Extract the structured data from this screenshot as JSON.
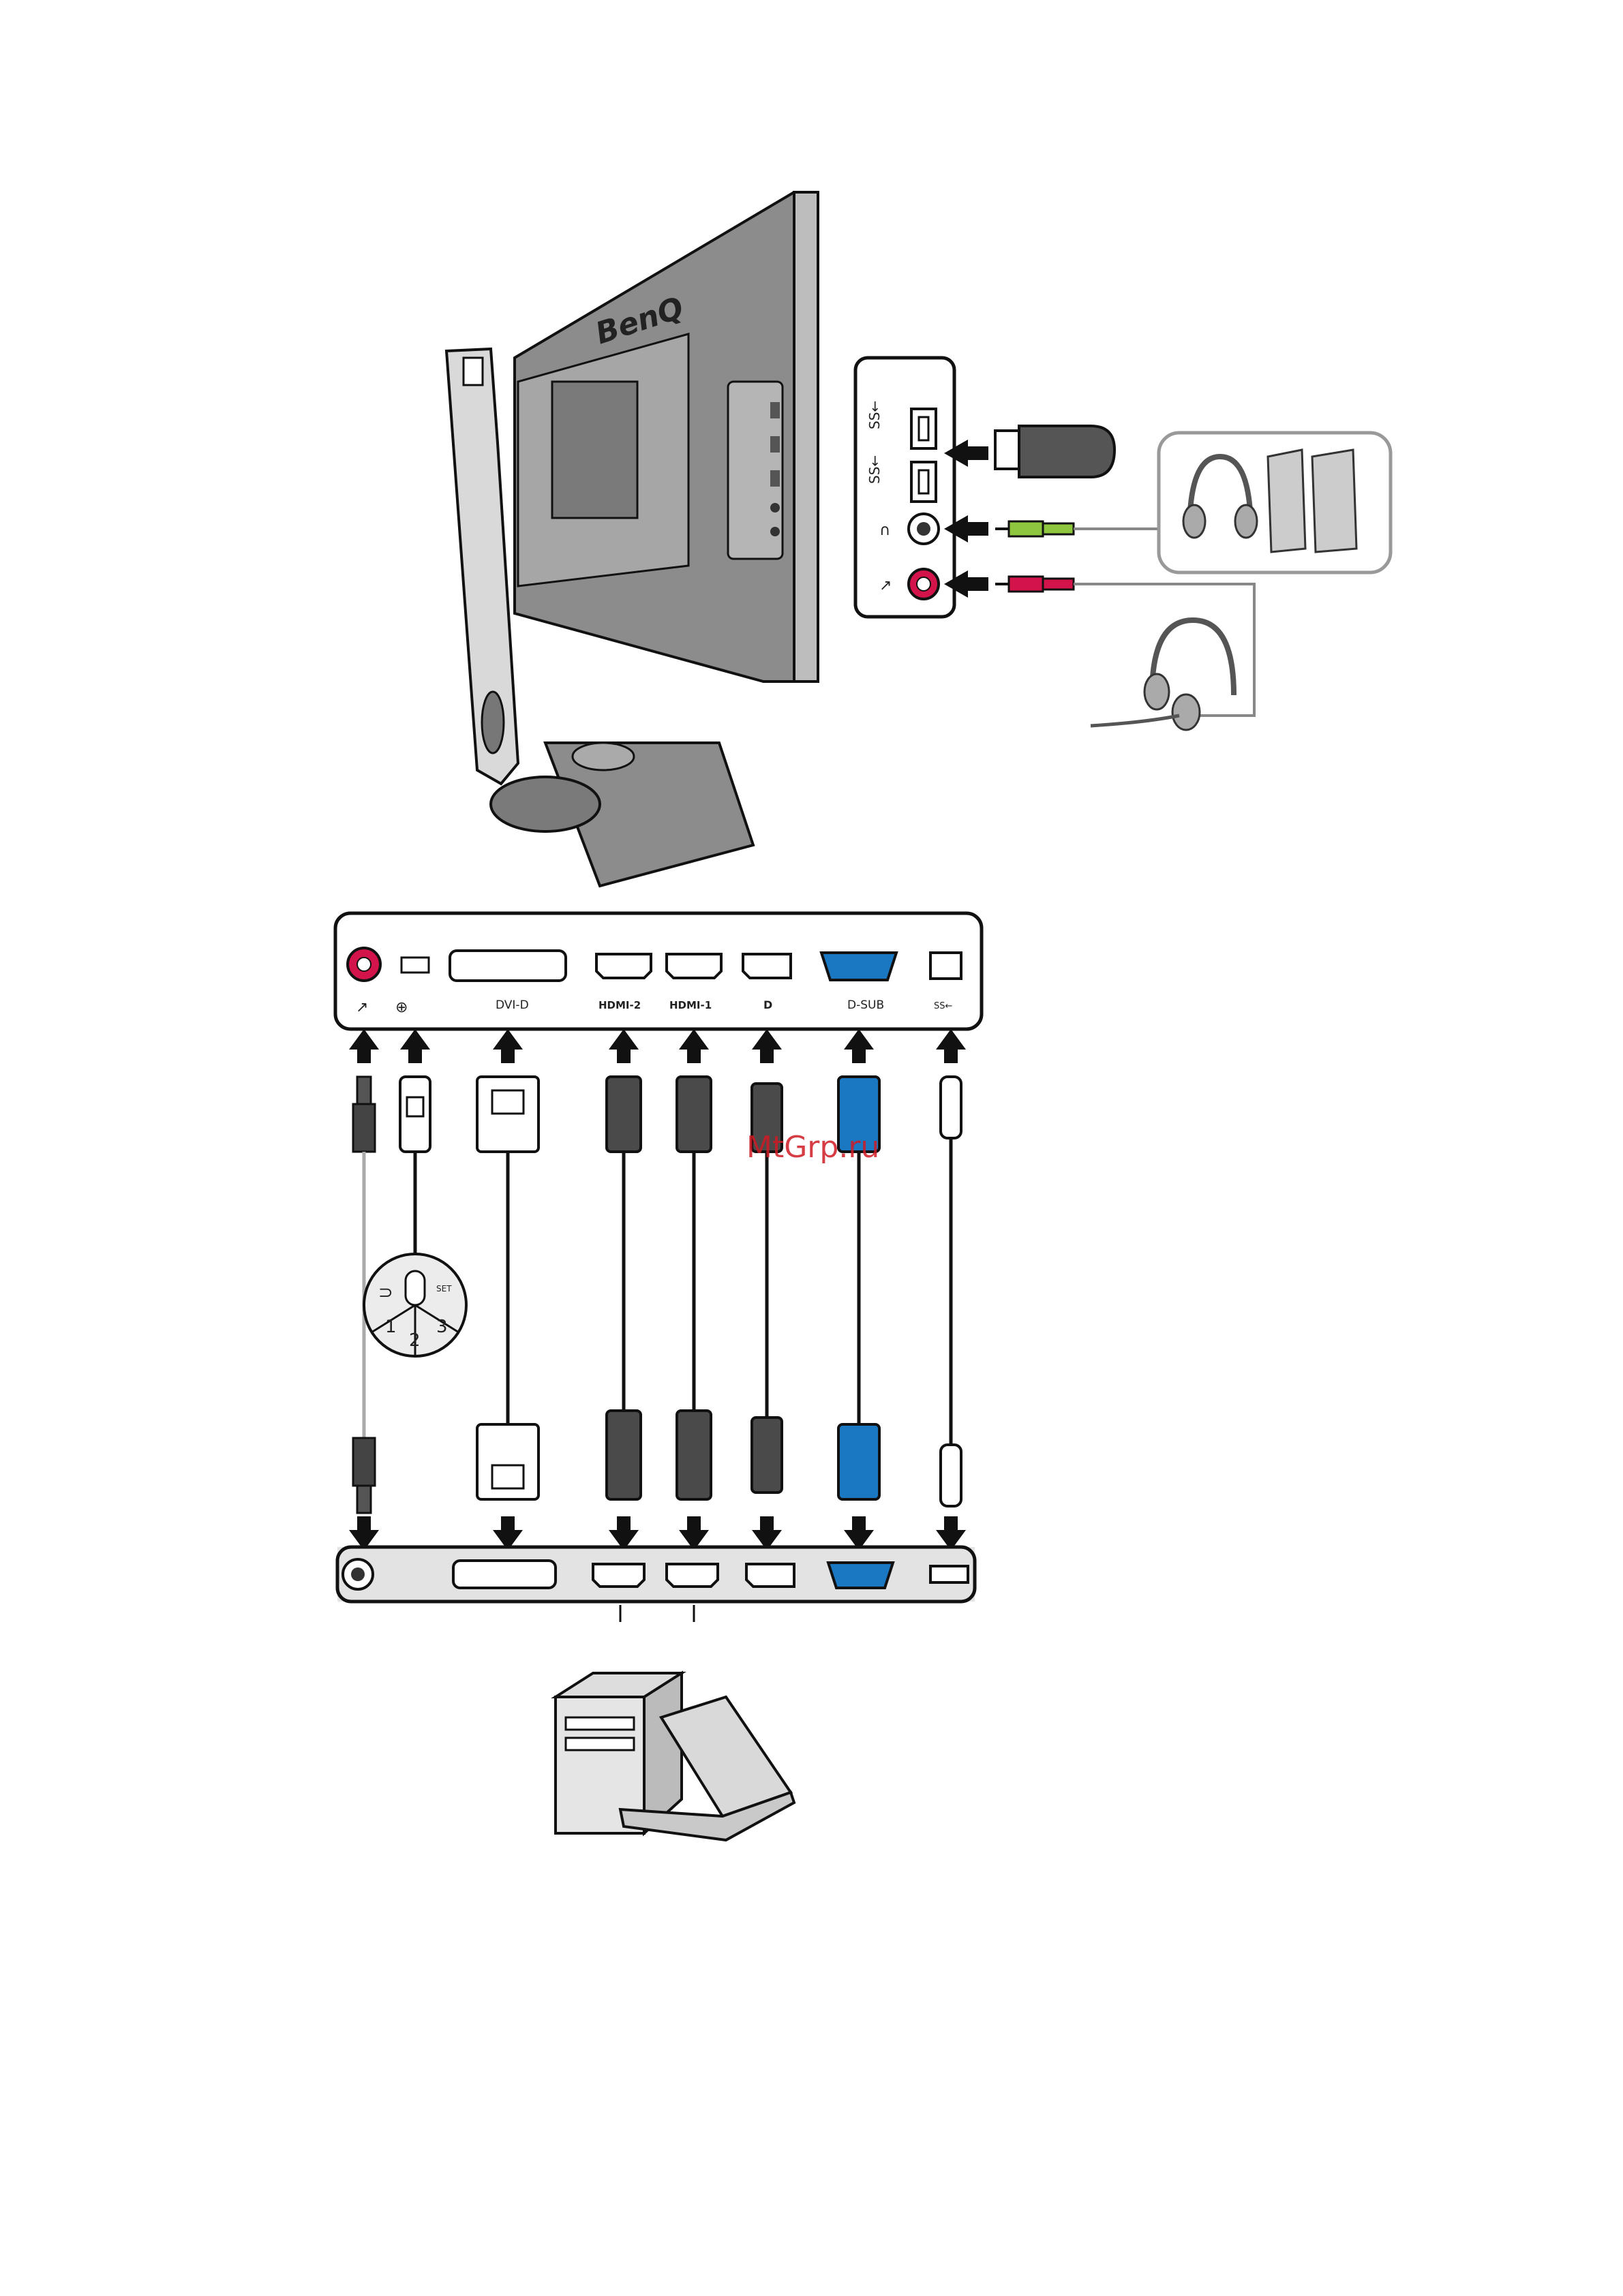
{
  "monitor": {
    "brand": "BenQ"
  },
  "side_panel": {
    "usb_labels": [
      "SS←",
      "SS←"
    ],
    "headphone_symbol": "∩",
    "mic_symbol": "↗"
  },
  "rear_panel": {
    "port_labels": [
      "↗",
      "⊕",
      "DVI-D",
      "HDMI-2",
      "HDMI-1",
      "D",
      "D-SUB",
      "SS←"
    ]
  },
  "puck": {
    "keys": [
      "⊃",
      "1",
      "2",
      "3"
    ],
    "small_label": "SET"
  },
  "watermark": "MtGrp.ru",
  "colors": {
    "mic_red": "#d3144a",
    "audio_green": "#8fc63f",
    "vga_blue": "#1a78c2",
    "body_gray": "#8c8c8c",
    "dark_cable": "#4a4a4a"
  }
}
